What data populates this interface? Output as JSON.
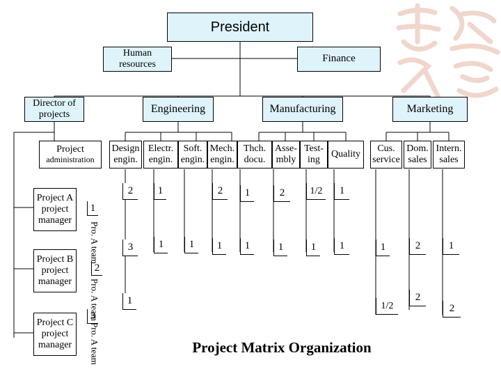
{
  "title": "Project Matrix Organization",
  "top": {
    "president": "President",
    "hr": "Human resources",
    "finance": "Finance"
  },
  "divisions": {
    "director": "Director of projects",
    "engineering": "Engineering",
    "manufacturing": "Manufacturing",
    "marketing": "Marketing"
  },
  "project_admin": {
    "line1": "Project",
    "line2": "administration"
  },
  "functions": [
    {
      "l1": "Design",
      "l2": "engin."
    },
    {
      "l1": "Electr.",
      "l2": "engin."
    },
    {
      "l1": "Soft.",
      "l2": "engin."
    },
    {
      "l1": "Mech.",
      "l2": "engin."
    },
    {
      "l1": "Thch.",
      "l2": "docu."
    },
    {
      "l1": "Asse-",
      "l2": "mbly"
    },
    {
      "l1": "Test-",
      "l2": "ing"
    },
    {
      "l1": "Quality",
      "l2": ""
    },
    {
      "l1": "Cus.",
      "l2": "service"
    },
    {
      "l1": "Dom.",
      "l2": "sales"
    },
    {
      "l1": "Intern.",
      "l2": "sales"
    }
  ],
  "projects": [
    {
      "manager": "Project A project manager",
      "admin_value": "1",
      "team_label": "Pro. A team"
    },
    {
      "manager": "Project B project manager",
      "admin_value": "2",
      "team_label": "Pro. A team"
    },
    {
      "manager": "Project C project manager",
      "admin_value": "3",
      "team_label": "Pro. A team"
    }
  ],
  "matrix_values": {
    "row_a": [
      "2",
      "1",
      "2",
      "1",
      "2",
      "1/2",
      "1"
    ],
    "row_b": [
      "3",
      "1",
      "1",
      "1",
      "1",
      "1",
      "1",
      "1",
      "1",
      "2",
      "1"
    ],
    "row_c": [
      "1",
      "1/2",
      "2",
      "2"
    ]
  }
}
